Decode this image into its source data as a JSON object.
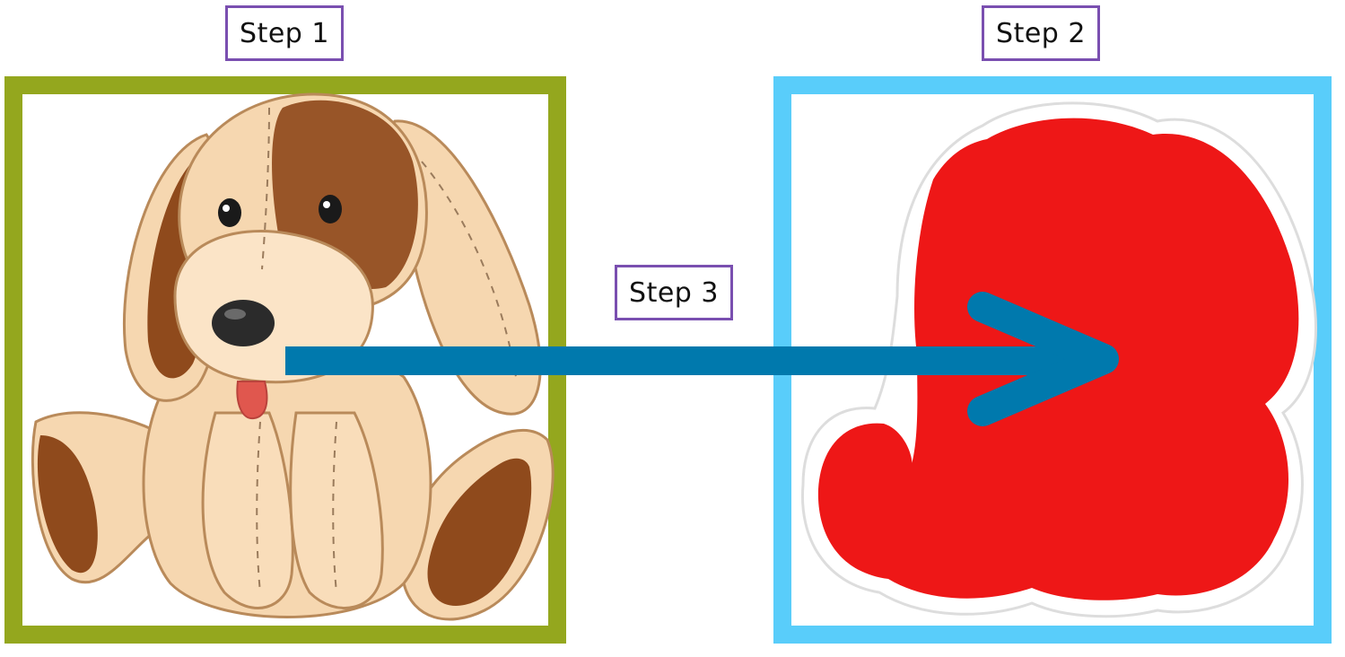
{
  "steps": {
    "step1": "Step 1",
    "step2": "Step 2",
    "step3": "Step 3"
  },
  "colors": {
    "left_frame": "#94a71e",
    "right_frame": "#59cdfa",
    "label_border": "#7a4fb0",
    "silhouette": "#ee1717",
    "arrow": "#0079ad",
    "dog_body": "#f6d7b0",
    "dog_patch": "#8f4a1c"
  },
  "icons": {
    "left_image": "plush-dog-illustration",
    "right_image": "red-dog-silhouette",
    "connector": "right-arrow-icon"
  }
}
